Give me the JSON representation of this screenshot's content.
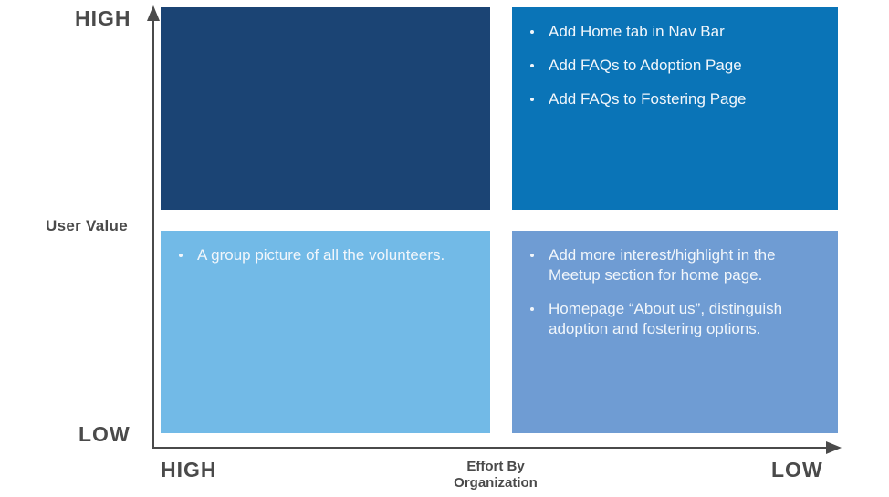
{
  "matrix": {
    "y_axis": {
      "title": "User Value",
      "high_label": "HIGH",
      "low_label": "LOW"
    },
    "x_axis": {
      "title": "Effort By Organization",
      "high_label": "HIGH",
      "low_label": "LOW"
    },
    "quadrants": {
      "top_left": {
        "semantic": "high-value-high-effort",
        "color": "#1B4474",
        "items": []
      },
      "top_right": {
        "semantic": "high-value-low-effort",
        "color": "#0A74B7",
        "items": [
          "Add Home tab in Nav Bar",
          "Add FAQs to Adoption Page",
          "Add FAQs to Fostering Page"
        ]
      },
      "bottom_left": {
        "semantic": "low-value-high-effort",
        "color": "#72BAE7",
        "items": [
          "A group picture of all the volunteers."
        ]
      },
      "bottom_right": {
        "semantic": "low-value-low-effort",
        "color": "#6F9CD3",
        "items": [
          "Add more interest/highlight in the Meetup section for home page.",
          "Homepage “About us”, distinguish adoption and fostering options."
        ]
      }
    },
    "colors": {
      "axis": "#4A4A4A",
      "label_text": "#4A4A4A",
      "quadrant_text": "#F1F6FB"
    }
  }
}
